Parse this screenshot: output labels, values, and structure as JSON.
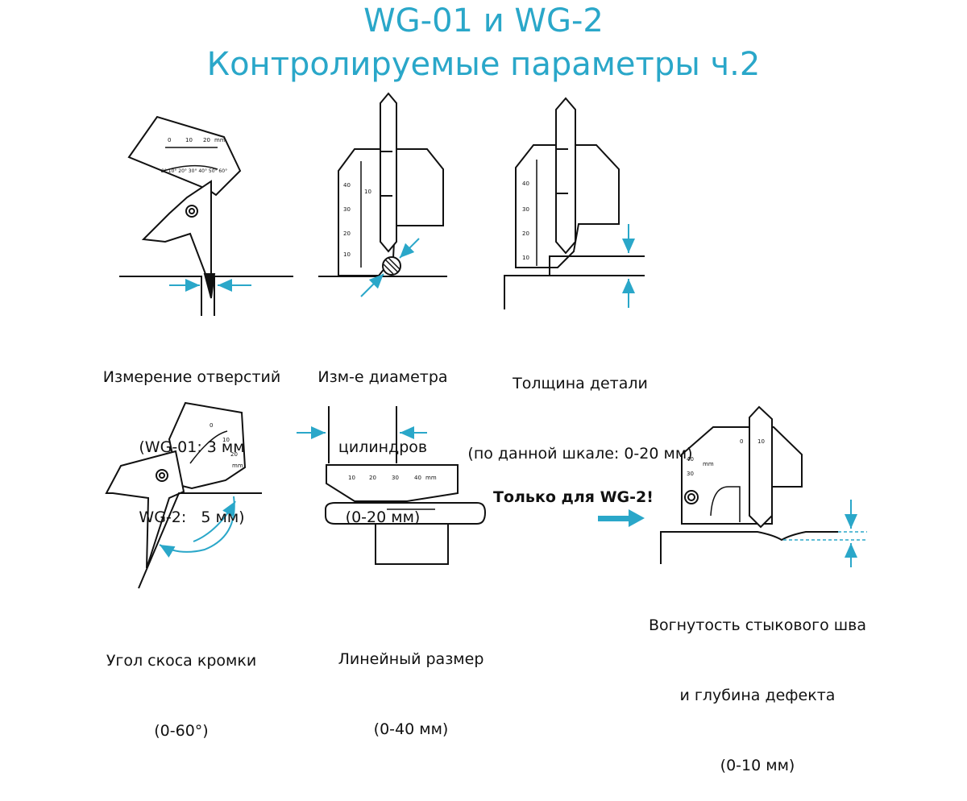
{
  "title": {
    "line1": "WG-01 и WG-2",
    "line2": "Контролируемые параметры ч.2"
  },
  "colors": {
    "accent": "#2aa7c9",
    "line": "#111111"
  },
  "panels": [
    {
      "id": "holes",
      "lines": [
        "Измерение отверстий",
        "(WG-01: 3 мм",
        "WG-2:   5 мм)"
      ]
    },
    {
      "id": "cylinder",
      "lines": [
        "Изм-е диаметра",
        "цилиндров",
        "(0-20 мм)"
      ]
    },
    {
      "id": "thickness",
      "lines": [
        "Толщина детали",
        "(по данной шкале: 0-20 мм)"
      ]
    },
    {
      "id": "bevel",
      "lines": [
        "Угол скоса кромки",
        "(0-60°)"
      ]
    },
    {
      "id": "linear",
      "lines": [
        "Линейный размер",
        "(0-40 мм)"
      ]
    },
    {
      "id": "convexity",
      "lines": [
        "Вогнутость стыкового шва",
        "и глубина дефекта",
        "(0-10 мм)"
      ]
    }
  ],
  "only_wg2": "Только для WG-2!",
  "scale_labels": {
    "mm": "mm",
    "top_0": "0",
    "top_10": "10",
    "top_20": "20",
    "deg": "0° 10° 20° 30° 40° 50° 60°",
    "lin_10": "10",
    "lin_20": "20",
    "lin_30": "30",
    "lin_40": "40",
    "v_10": "10",
    "v_20": "20",
    "v_30": "30",
    "v_40": "40",
    "v2_0": "0",
    "v2_10": "10",
    "conv_10": "10",
    "conv_20": "20",
    "conv_30": "30",
    "conv_40": "40"
  }
}
